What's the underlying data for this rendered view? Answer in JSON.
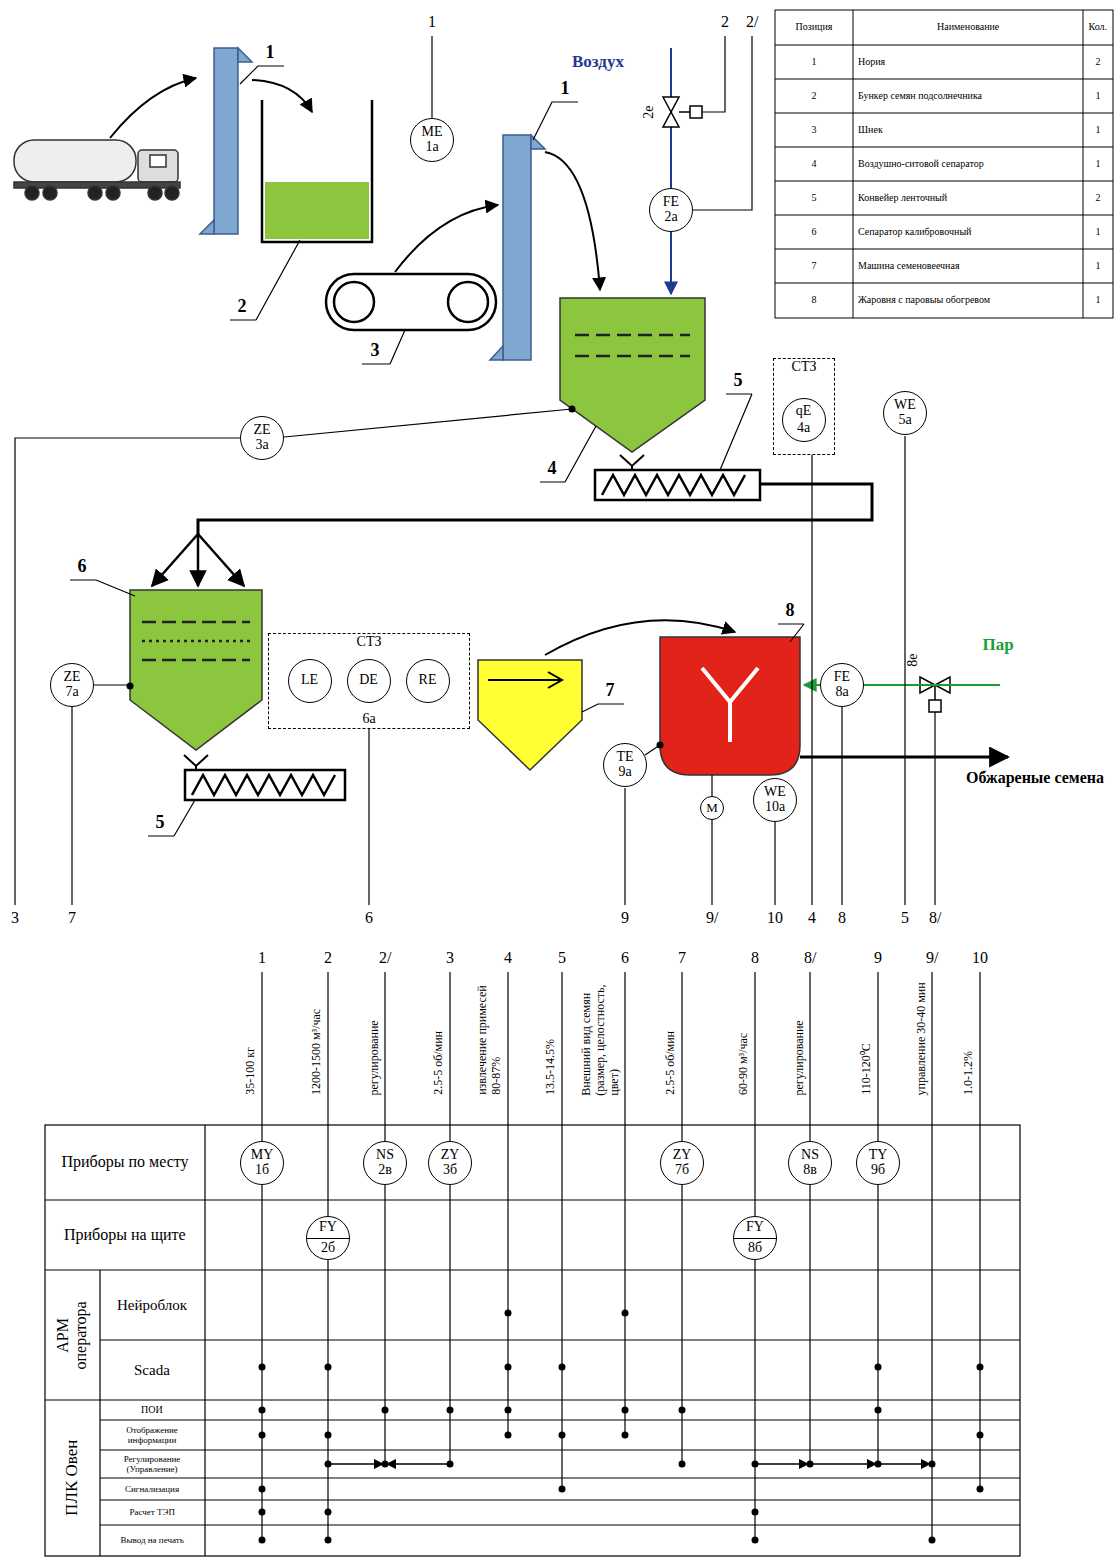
{
  "diagram": {
    "nodes": [
      {
        "text": [
          "ME",
          "1а"
        ]
      },
      {
        "text": [
          "FE",
          "2а"
        ]
      },
      {
        "text": [
          "ZE",
          "3а"
        ]
      },
      {
        "text": [
          "СТЗ"
        ]
      },
      {
        "text": [
          "qE",
          "4а"
        ],
        "in": 3
      },
      {
        "text": [
          "WE",
          "5а"
        ]
      },
      {
        "text": [
          "СТЗ",
          "6а"
        ]
      },
      {
        "text": [
          "LE"
        ],
        "in": 6
      },
      {
        "text": [
          "DE"
        ],
        "in": 6
      },
      {
        "text": [
          "RE"
        ],
        "in": 6
      },
      {
        "text": [
          "ZE",
          "7а"
        ]
      },
      {
        "text": [
          "TE",
          "9а"
        ]
      },
      {
        "text": [
          "FE",
          "8а"
        ]
      },
      {
        "text": [
          "M"
        ]
      },
      {
        "text": [
          "WE",
          "10а"
        ]
      },
      {
        "text": [
          "MY",
          "1б"
        ]
      },
      {
        "text": [
          "NS",
          "2в"
        ]
      },
      {
        "text": [
          "ZY",
          "3б"
        ]
      },
      {
        "text": [
          "ZY",
          "7б"
        ]
      },
      {
        "text": [
          "NS",
          "8в"
        ]
      },
      {
        "text": [
          "TY",
          "9б"
        ]
      },
      {
        "text": [
          "FY",
          "2б"
        ]
      },
      {
        "text": [
          "FY",
          "8б"
        ]
      }
    ],
    "labels": [
      "1",
      "2",
      "1",
      "3",
      "4",
      "5",
      "6",
      "5",
      "7",
      "8",
      "1",
      "2",
      "2/",
      "Воздух",
      "2е",
      "Пар",
      "8е",
      "Обжареные семена",
      "Позиция",
      "Наименование",
      "Кол.",
      "1",
      "Нория",
      "2",
      "2",
      "Бункер семян подсолнечника",
      "1",
      "3",
      "Шнек",
      "1",
      "4",
      "Воздушно-ситовой сепаратор",
      "1",
      "5",
      "Конвейер ленточный",
      "2",
      "6",
      "Сепаратор калибровочный",
      "1",
      "7",
      "Машина семеновеечная",
      "1",
      "8",
      "Жаровня с паровыы обогревом",
      "1",
      "3",
      "7",
      "6",
      "9",
      "9/",
      "10",
      "4",
      "8",
      "5",
      "8/",
      "1",
      "2",
      "2/",
      "3",
      "4",
      "5",
      "6",
      "7",
      "8",
      "8/",
      "9",
      "9/",
      "10",
      "35-100 кг",
      "1200-1500 м³/час",
      "регулирование",
      "2.5-5 об/мин",
      "извлечение примесей 80-87%",
      "13.5-14.5%",
      "Внешний вид семян (размер, целостность, цвет)",
      "2.5-5 об/мин",
      "60-90 м³/час",
      "регулирование",
      "110-120⁰C",
      "управление 30-40 мин",
      "1.0-1.2%",
      "Приборы по месту",
      "Приборы на щите",
      "АРМ оператора",
      "Нейроблок",
      "Scada",
      "ПЛК Овен",
      "ПОИ",
      "Отображение информации",
      "Регулирование (Управление)",
      "Сигнализация",
      "Расчет ТЭП",
      "Вывод на печать"
    ]
  }
}
